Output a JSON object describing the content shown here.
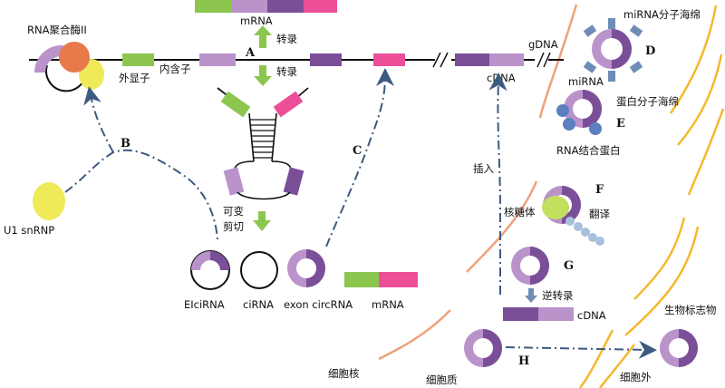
{
  "labels": {
    "rna_pol": "RNA聚合酶II",
    "mrna_top": "mRNA",
    "transcribe_1": "转录",
    "transcribe_2": "转录",
    "exon": "外显子",
    "intron": "内含子",
    "gdna": "gDNA",
    "cdna_top": "cDNA",
    "u1": "U1 snRNP",
    "alt_splice_1": "可变",
    "alt_splice_2": "剪切",
    "elcirna": "EIciRNA",
    "cirna": "ciRNA",
    "exon_circrna": "exon circRNA",
    "mrna_bottom": "mRNA",
    "mirna_sponge": "miRNA分子海绵",
    "mirna": "miRNA",
    "protein_sponge": "蛋白分子海绵",
    "rbp": "RNA结合蛋白",
    "insert": "插入",
    "ribosome": "核糖体",
    "translate": "翻译",
    "reverse_transcribe": "逆转录",
    "cdna_bottom": "cDNA",
    "biomarker": "生物标志物",
    "nucleus": "细胞核",
    "cytoplasm": "细胞质",
    "extracellular": "细胞外"
  },
  "letters": {
    "A": "A",
    "B": "B",
    "C": "C",
    "D": "D",
    "E": "E",
    "F": "F",
    "G": "G",
    "H": "H"
  },
  "colors": {
    "exon_green": "#8cc64f",
    "intron_lilac": "#b993c9",
    "dark_purple": "#7b4f98",
    "pink": "#ec4f98",
    "orange": "#e8794a",
    "yellow": "#eeea58",
    "blue_protein": "#5b7fbf",
    "sponge_blue": "#6e8cb5",
    "bead": "#a9bfe0",
    "arrow_green": "#8cc64f",
    "dash_blue": "#3d5a80",
    "membrane_orange": "#eea17a",
    "outer_yellow": "#f5b82e"
  }
}
